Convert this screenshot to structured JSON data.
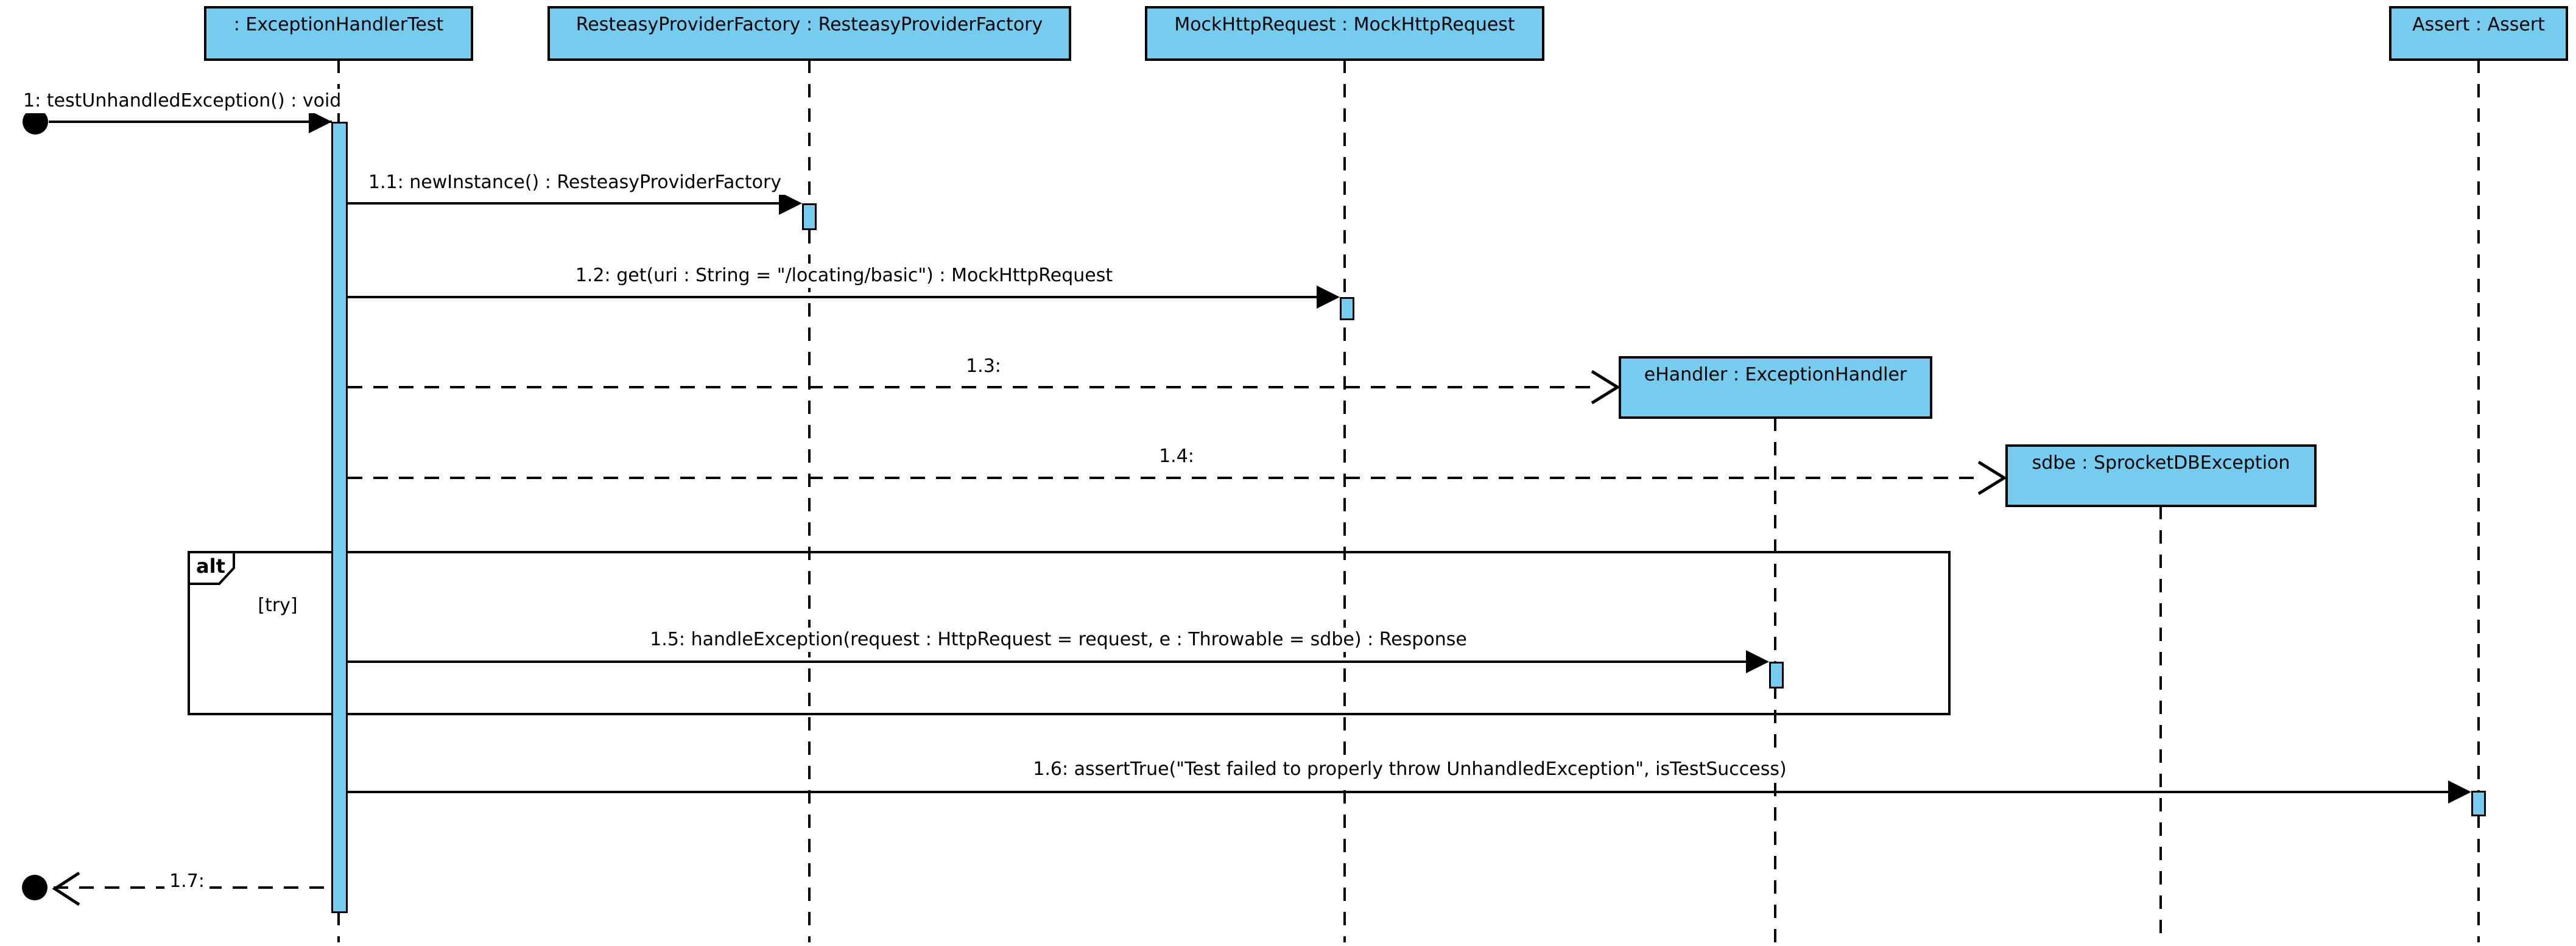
{
  "colors": {
    "object_fill": "#76CCEE",
    "line": "#000000",
    "background": "#FFFFFF"
  },
  "fragment": {
    "operator": "alt",
    "guard": "[try]"
  },
  "objects": [
    {
      "label": ": ExceptionHandlerTest"
    },
    {
      "label": "ResteasyProviderFactory : ResteasyProviderFactory"
    },
    {
      "label": "MockHttpRequest : MockHttpRequest"
    },
    {
      "label": "Assert : Assert"
    },
    {
      "label": "eHandler : ExceptionHandler"
    },
    {
      "label": "sdbe : SprocketDBException"
    }
  ],
  "messages": [
    {
      "label": "1: testUnhandledException() : void"
    },
    {
      "label": "1.1: newInstance() : ResteasyProviderFactory"
    },
    {
      "label": "1.2: get(uri : String = \"/locating/basic\") : MockHttpRequest"
    },
    {
      "label": "1.3:"
    },
    {
      "label": "1.4:"
    },
    {
      "label": "1.5: handleException(request : HttpRequest = request, e : Throwable = sdbe) : Response"
    },
    {
      "label": "1.6: assertTrue(\"Test failed to properly throw UnhandledException\", isTestSuccess)"
    },
    {
      "label": "1.7:"
    }
  ]
}
